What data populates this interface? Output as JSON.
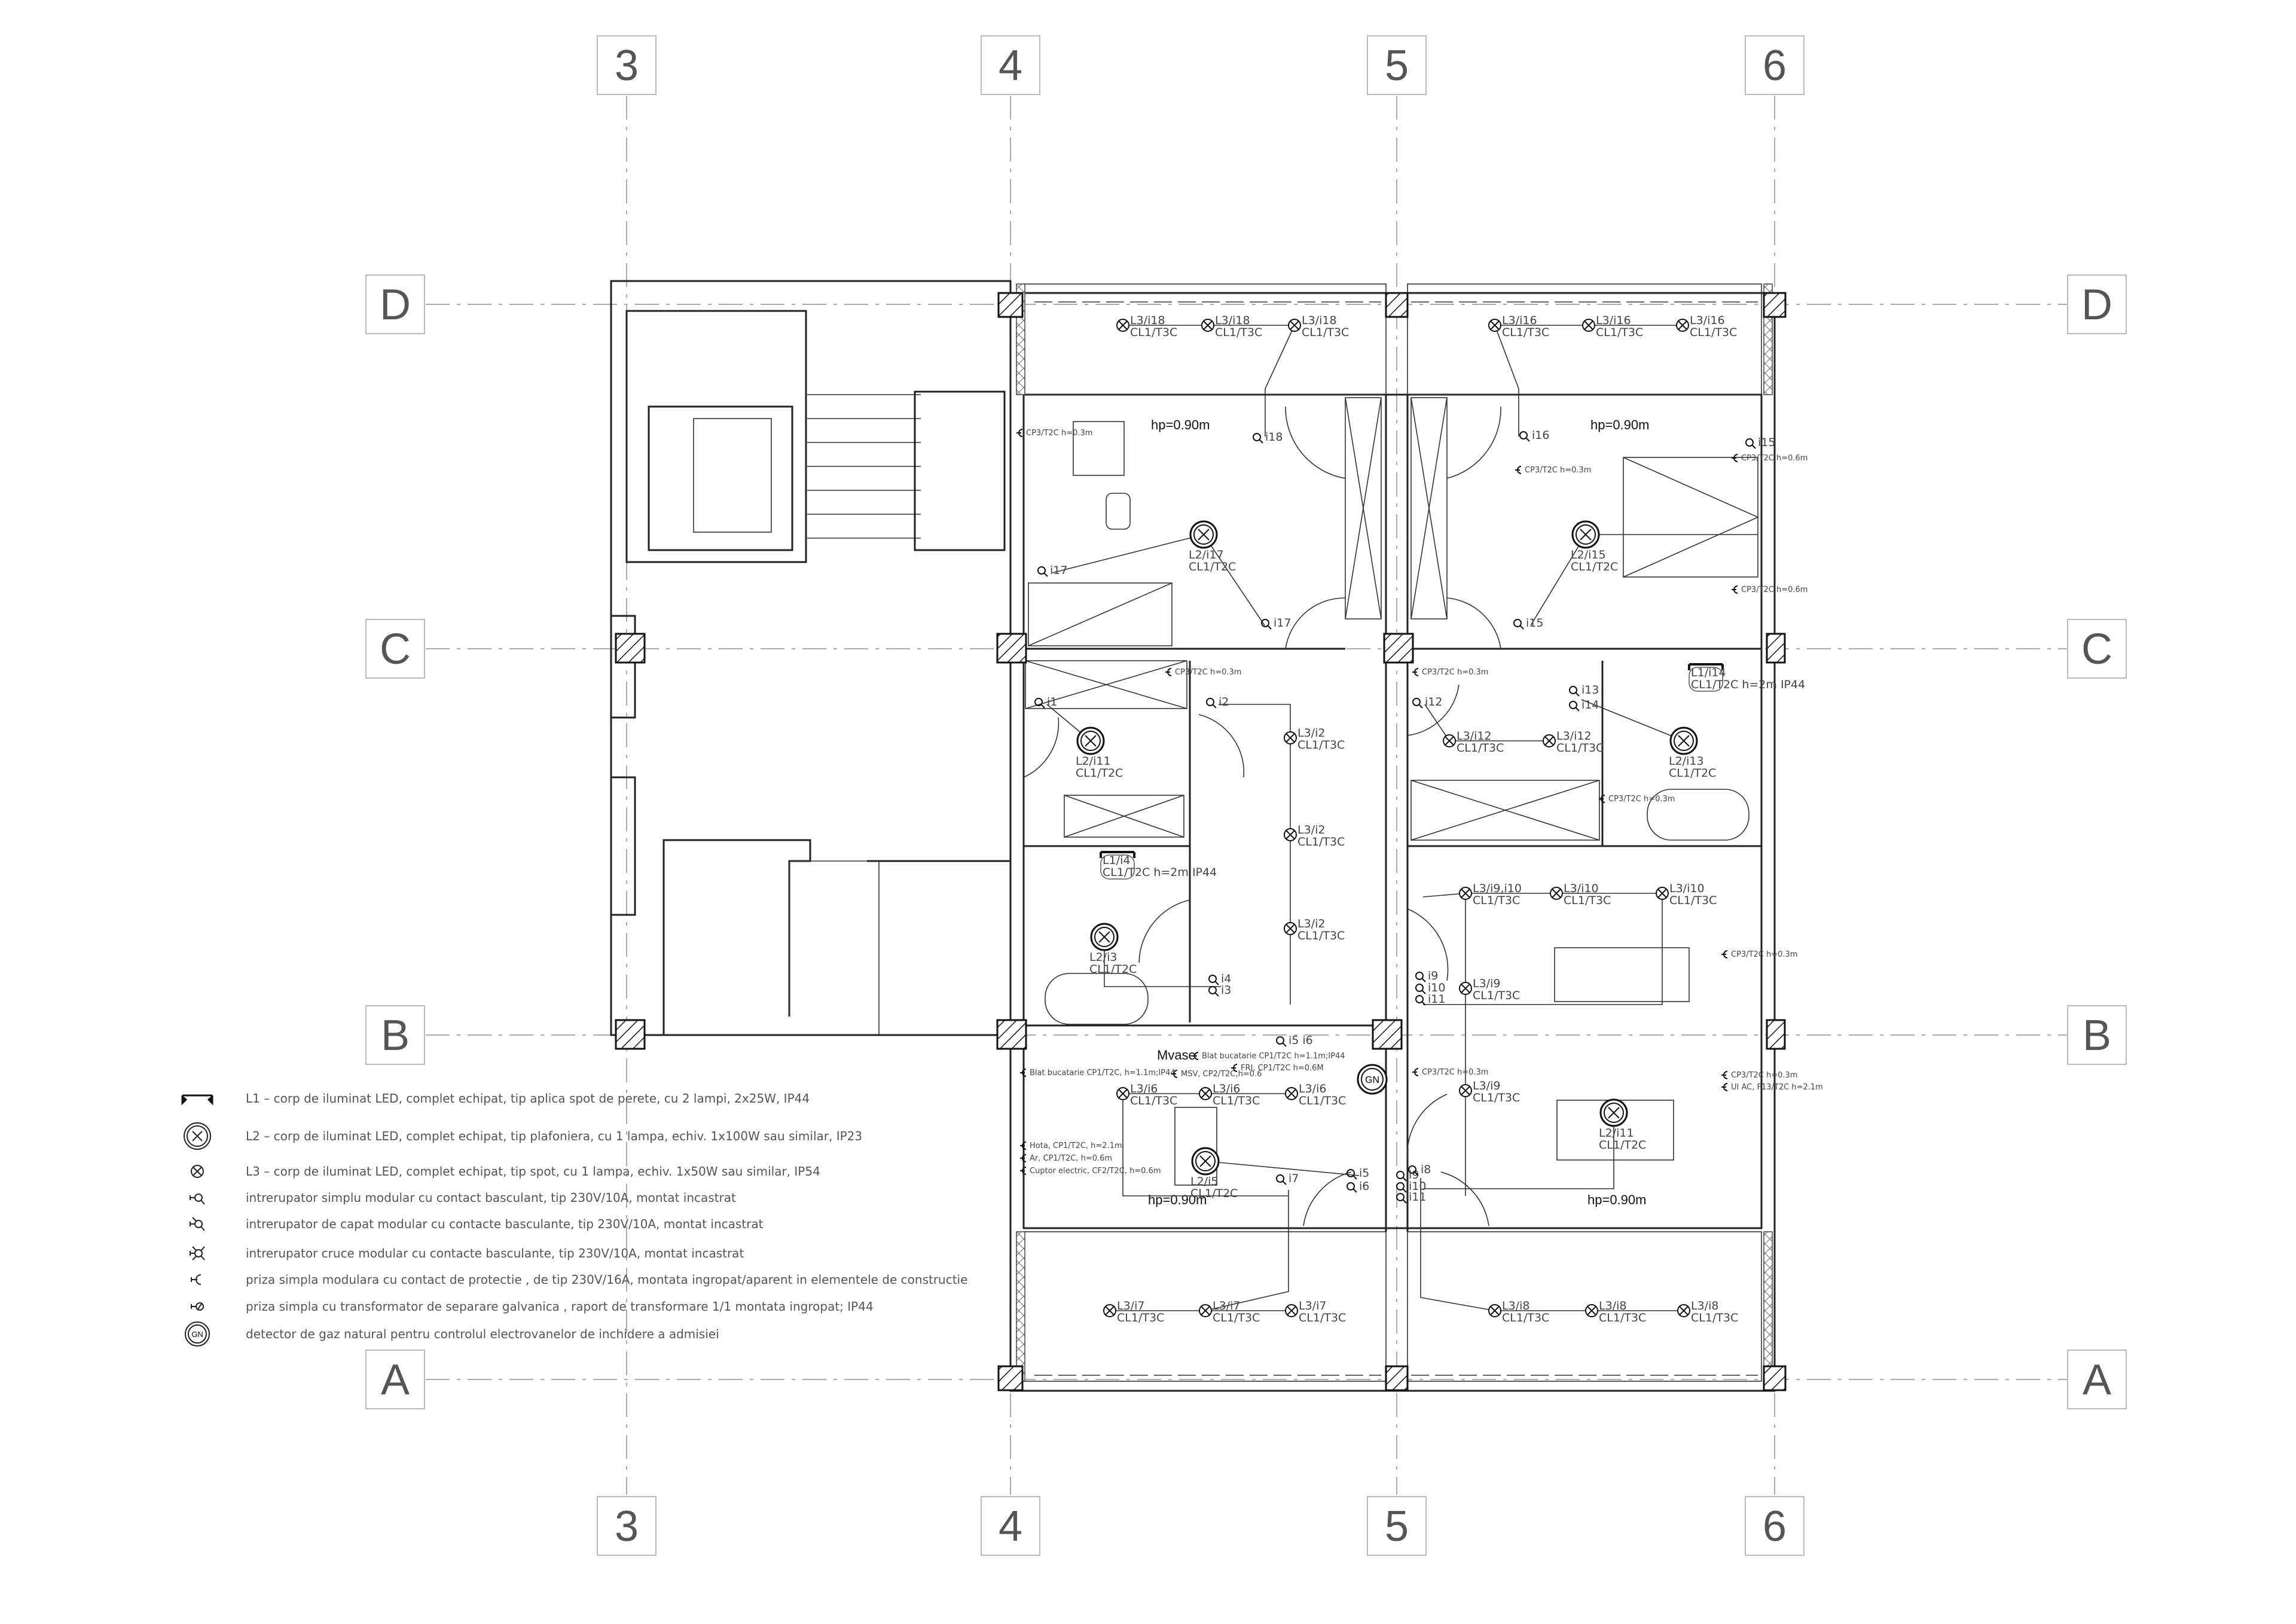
{
  "grid": {
    "columns": [
      "3",
      "4",
      "5",
      "6"
    ],
    "rows": [
      "D",
      "C",
      "B",
      "A"
    ]
  },
  "room_notes": {
    "hp_top_left": "hp=0.90m",
    "hp_top_right": "hp=0.90m",
    "hp_bottom_left": "hp=0.90m",
    "hp_bottom_right": "hp=0.90m",
    "mvase": "Mvase",
    "gas_detector": "GN"
  },
  "fixtures": [
    {
      "type": "L3",
      "label": "L3/i18",
      "circuit": "CL1/T3C"
    },
    {
      "type": "L3",
      "label": "L3/i18",
      "circuit": "CL1/T3C"
    },
    {
      "type": "L3",
      "label": "L3/i18",
      "circuit": "CL1/T3C"
    },
    {
      "type": "L3",
      "label": "L3/i16",
      "circuit": "CL1/T3C"
    },
    {
      "type": "L3",
      "label": "L3/i16",
      "circuit": "CL1/T3C"
    },
    {
      "type": "L3",
      "label": "L3/i16",
      "circuit": "CL1/T3C"
    },
    {
      "type": "L2",
      "label": "L2/i17",
      "circuit": "CL1/T2C"
    },
    {
      "type": "L2",
      "label": "L2/i15",
      "circuit": "CL1/T2C"
    },
    {
      "type": "L2",
      "label": "L2/i11",
      "circuit": "CL1/T2C"
    },
    {
      "type": "L3",
      "label": "L3/i2",
      "circuit": "CL1/T3C"
    },
    {
      "type": "L3",
      "label": "L3/i2",
      "circuit": "CL1/T3C"
    },
    {
      "type": "L3",
      "label": "L3/i2",
      "circuit": "CL1/T3C"
    },
    {
      "type": "L3",
      "label": "L3/i12",
      "circuit": "CL1/T3C"
    },
    {
      "type": "L3",
      "label": "L3/i12",
      "circuit": "CL1/T3C"
    },
    {
      "type": "L2",
      "label": "L2/i13",
      "circuit": "CL1/T2C"
    },
    {
      "type": "L1",
      "label": "L1/i14",
      "circuit": "CL1/T2C h=2m IP44"
    },
    {
      "type": "L1",
      "label": "L1/i4",
      "circuit": "CL1/T2C h=2m IP44"
    },
    {
      "type": "L2",
      "label": "L2/i3",
      "circuit": "CL1/T2C"
    },
    {
      "type": "L3",
      "label": "L3/i9,i10",
      "circuit": "CL1/T3C"
    },
    {
      "type": "L3",
      "label": "L3/i10",
      "circuit": "CL1/T3C"
    },
    {
      "type": "L3",
      "label": "L3/i10",
      "circuit": "CL1/T3C"
    },
    {
      "type": "L3",
      "label": "L3/i9",
      "circuit": "CL1/T3C"
    },
    {
      "type": "L3",
      "label": "L3/i9",
      "circuit": "CL1/T3C"
    },
    {
      "type": "L3",
      "label": "L3/i6",
      "circuit": "CL1/T3C"
    },
    {
      "type": "L3",
      "label": "L3/i6",
      "circuit": "CL1/T3C"
    },
    {
      "type": "L3",
      "label": "L3/i6",
      "circuit": "CL1/T3C"
    },
    {
      "type": "L2",
      "label": "L2/i5",
      "circuit": "CL1/T2C"
    },
    {
      "type": "L2",
      "label": "L2/i11",
      "circuit": "CL1/T2C"
    },
    {
      "type": "L3",
      "label": "L3/i7",
      "circuit": "CL1/T3C"
    },
    {
      "type": "L3",
      "label": "L3/i7",
      "circuit": "CL1/T3C"
    },
    {
      "type": "L3",
      "label": "L3/i7",
      "circuit": "CL1/T3C"
    },
    {
      "type": "L3",
      "label": "L3/i8",
      "circuit": "CL1/T3C"
    },
    {
      "type": "L3",
      "label": "L3/i8",
      "circuit": "CL1/T3C"
    },
    {
      "type": "L3",
      "label": "L3/i8",
      "circuit": "CL1/T3C"
    }
  ],
  "switches": [
    "i1",
    "i2",
    "i12",
    "i13",
    "i14",
    "i4",
    "i3",
    "i18",
    "i16",
    "i17",
    "i17",
    "i15",
    "i15",
    "i9",
    "i10",
    "i11",
    "i5 i6",
    "i5",
    "i6",
    "i9",
    "i10",
    "i11",
    "i7",
    "i8"
  ],
  "socket_notes": [
    "CP3/T2C h=0.3m",
    "CP3/T2C h=0.3m",
    "CP3/T2C h=0.6m",
    "CP3/T2C h=0.6m",
    "CP3/T2C h=0.3m",
    "CP3/T2C h=0.3m",
    "CP3/T2C h=0.3m",
    "CP3/T2C h=0.3m",
    "CP3/T2C h=0.3m",
    "UI AC, F13/T2C h=2.1m",
    "Blat bucatarie CP1/T2C, h=1.1m;IP44",
    "Hota, CP1/T2C, h=2.1m",
    "Ar, CP1/T2C, h=0.6m",
    "Cuptor electric, CF2/T2C, h=0.6m",
    "MSV, CP2/T2C,h=0.6",
    "Blat bucatarie CP1/T2C h=1.1m;IP44",
    "FRI, CP1/T2C h=0.6M",
    "CP3/T2C h=0.3m"
  ],
  "legend": [
    {
      "icon": "wall-spot-icon",
      "text": "L1 – corp de iluminat LED, complet echipat, tip aplica spot de perete, cu 2 lampi, 2x25W, IP44"
    },
    {
      "icon": "ceiling-light-icon",
      "text": "L2 – corp de iluminat LED, complet echipat, tip plafoniera, cu 1 lampa, echiv. 1x100W sau similar, IP23"
    },
    {
      "icon": "spot-light-icon",
      "text": "L3 – corp de iluminat LED, complet echipat, tip spot, cu 1 lampa, echiv. 1x50W sau similar, IP54"
    },
    {
      "icon": "simple-switch-icon",
      "text": "intrerupator simplu modular cu contact basculant, tip 230V/10A, montat incastrat"
    },
    {
      "icon": "two-way-switch-icon",
      "text": "intrerupator de capat modular cu contacte basculante, tip 230V/10A, montat incastrat"
    },
    {
      "icon": "cross-switch-icon",
      "text": "intrerupator cruce modular cu contacte basculante, tip 230V/10A, montat incastrat"
    },
    {
      "icon": "socket-icon",
      "text": "priza simpla modulara cu contact de protectie , de tip 230V/16A, montata ingropat/aparent in elementele de constructie"
    },
    {
      "icon": "shaver-socket-icon",
      "text": "priza simpla cu transformator de separare galvanica , raport de transformare 1/1 montata ingropat; IP44"
    },
    {
      "icon": "gas-detector-icon",
      "text": "detector de gaz natural pentru controlul electrovanelor de inchidere a admisiei"
    }
  ],
  "legend_gn": "GN"
}
